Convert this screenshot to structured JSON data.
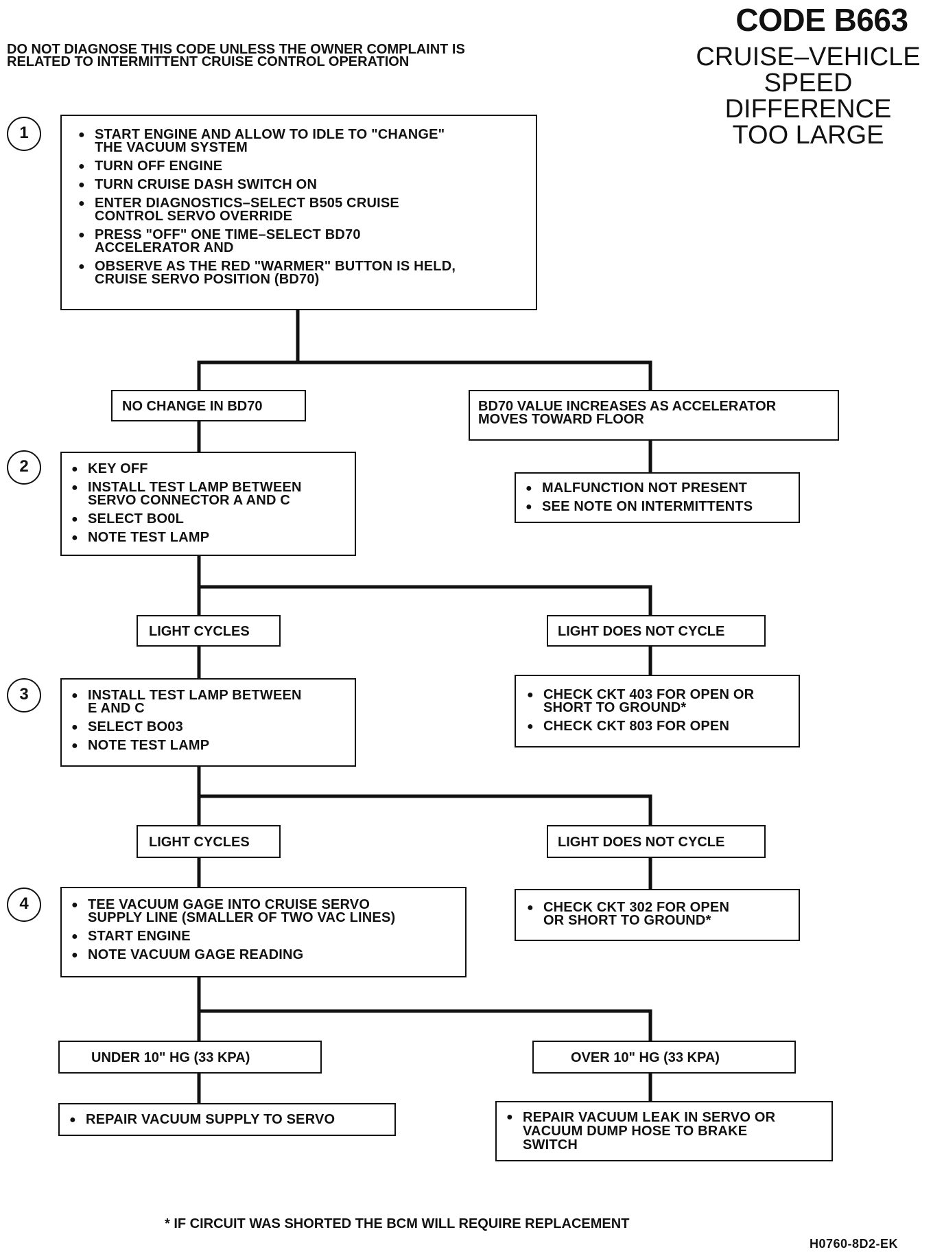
{
  "header": {
    "code": "CODE B663",
    "title_line1": "CRUISE–VEHICLE",
    "title_line2": "SPEED DIFFERENCE",
    "title_line3": "TOO LARGE",
    "note": "DO NOT DIAGNOSE THIS CODE UNLESS THE OWNER COMPLAINT IS\nRELATED TO INTERMITTENT CRUISE CONTROL OPERATION"
  },
  "steps": [
    {
      "number": "1",
      "items": [
        "START ENGINE AND ALLOW TO IDLE TO \"CHANGE\"\nTHE VACUUM SYSTEM",
        "TURN OFF ENGINE",
        "TURN CRUISE DASH SWITCH ON",
        "ENTER DIAGNOSTICS–SELECT B505 CRUISE\nCONTROL SERVO OVERRIDE",
        "PRESS \"OFF\" ONE TIME–SELECT BD70\nACCELERATOR AND",
        "OBSERVE AS THE RED \"WARMER\" BUTTON IS HELD,\nCRUISE SERVO POSITION (BD70)"
      ]
    },
    {
      "number": "2",
      "items": [
        "KEY OFF",
        "INSTALL TEST LAMP BETWEEN\nSERVO CONNECTOR A AND C",
        "SELECT BO0L",
        "NOTE TEST LAMP"
      ]
    },
    {
      "number": "3",
      "items": [
        "INSTALL TEST LAMP BETWEEN\nE AND C",
        "SELECT BO03",
        "NOTE TEST LAMP"
      ]
    },
    {
      "number": "4",
      "items": [
        "TEE VACUUM GAGE INTO CRUISE SERVO\nSUPPLY LINE (SMALLER OF TWO VAC LINES)",
        "START ENGINE",
        "NOTE VACUUM GAGE READING"
      ]
    }
  ],
  "branches": {
    "b1_left": "NO CHANGE IN BD70",
    "b1_right": "BD70 VALUE INCREASES AS ACCELERATOR\nMOVES TOWARD FLOOR",
    "b1_right_result": [
      "MALFUNCTION NOT PRESENT",
      "SEE NOTE ON INTERMITTENTS"
    ],
    "b2_left": "LIGHT CYCLES",
    "b2_right": "LIGHT DOES NOT CYCLE",
    "b2_right_result": [
      "CHECK CKT 403 FOR OPEN OR\nSHORT TO GROUND*",
      "CHECK CKT 803 FOR OPEN"
    ],
    "b3_left": "LIGHT CYCLES",
    "b3_right": "LIGHT DOES NOT CYCLE",
    "b3_right_result": [
      "CHECK CKT 302 FOR OPEN\nOR SHORT TO GROUND*"
    ],
    "b4_left": "UNDER 10\" HG (33 KPA)",
    "b4_right": "OVER 10\" HG (33 KPA)",
    "b4_left_result": [
      "REPAIR VACUUM SUPPLY TO SERVO"
    ],
    "b4_right_result": [
      "REPAIR VACUUM LEAK IN SERVO OR\nVACUUM DUMP HOSE TO  BRAKE\nSWITCH"
    ]
  },
  "footer": {
    "note": "* IF CIRCUIT WAS SHORTED THE BCM WILL REQUIRE REPLACEMENT",
    "figure_id": "H0760-8D2-EK"
  }
}
